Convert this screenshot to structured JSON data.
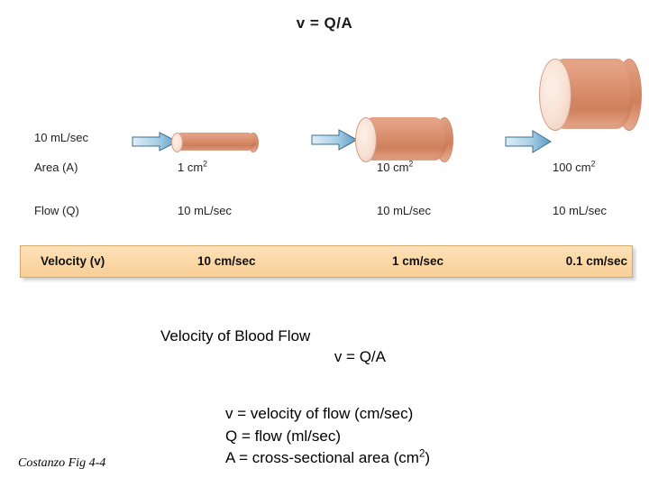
{
  "figure": {
    "top_formula": "v = Q/A",
    "inflow_label": "10 mL/sec",
    "arrow_icon": "right-arrow-icon",
    "vessel_icon": "cylinder-vessel-icon"
  },
  "table": {
    "rows": [
      {
        "label": "Area (A)",
        "cells": [
          "1 cm2",
          "10 cm2",
          "100 cm2"
        ],
        "cells_parts": [
          {
            "base": "1 cm",
            "sup": "2"
          },
          {
            "base": "10 cm",
            "sup": "2"
          },
          {
            "base": "100 cm",
            "sup": "2"
          }
        ]
      },
      {
        "label": "Flow (Q)",
        "cells": [
          "10 mL/sec",
          "10 mL/sec",
          "10 mL/sec"
        ]
      }
    ],
    "velocity_row": {
      "label": "Velocity (v)",
      "cells": [
        "10 cm/sec",
        "1 cm/sec",
        "0.1 cm/sec"
      ],
      "highlight_color": "#fbd9a8",
      "border_color": "#d6a96b"
    }
  },
  "caption": {
    "line1": "Velocity of Blood Flow",
    "line2": "v = Q/A"
  },
  "definitions": {
    "v": "v = velocity of flow (cm/sec)",
    "q": "Q = flow (ml/sec)",
    "a_base": "A = cross-sectional area (cm",
    "a_sup": "2",
    "a_close": ")"
  },
  "attribution": "Costanzo Fig 4-4",
  "colors": {
    "vessel": "#d98e6c",
    "vessel_cap": "#f8e1d3",
    "arrow_light": "#dbeaf4",
    "arrow_dark": "#5b9bc4",
    "arrow_outline": "#3f6d8c"
  }
}
